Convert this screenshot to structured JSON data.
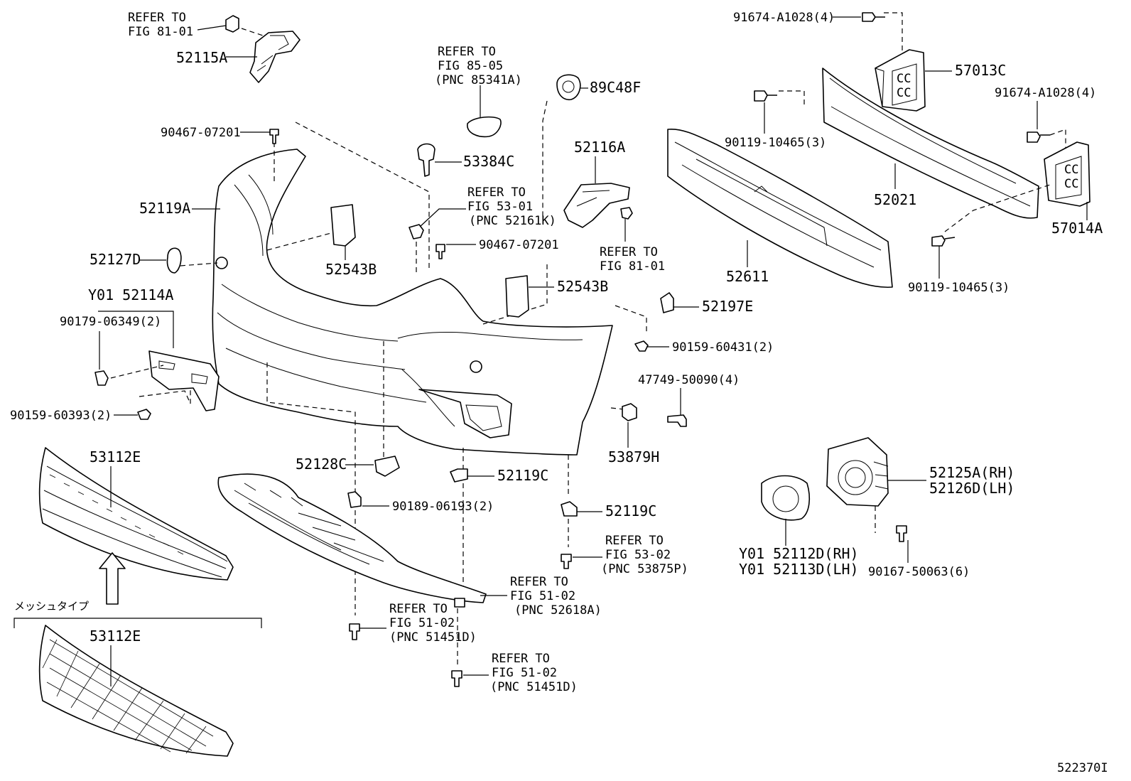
{
  "diagram": {
    "labels": {
      "l_52115A": "52115A",
      "l_52119A": "52119A",
      "l_52127D": "52127D",
      "l_52114A": "Y01 52114A",
      "l_9017906349": "90179-06349(2)",
      "l_9015960393": "90159-60393(2)",
      "l_9046707201a": "90467-07201",
      "l_9046707201b": "90467-07201",
      "l_53384C": "53384C",
      "l_89C48F": "89C48F",
      "l_52116A": "52116A",
      "l_52543Ba": "52543B",
      "l_52543Bb": "52543B",
      "l_52197E": "52197E",
      "l_9015960431": "90159-60431(2)",
      "l_4774950090": "47749-50090(4)",
      "l_53879H": "53879H",
      "l_52128C": "52128C",
      "l_52119Ca": "52119C",
      "l_52119Cb": "52119C",
      "l_9018906193": "90189-06193(2)",
      "l_53112Ea": "53112E",
      "l_53112Eb": "53112E",
      "l_mesh": "メッシュタイプ",
      "l_9167410281": "91674-A1028(4)",
      "l_9167410282": "91674-A1028(4)",
      "l_57013C": "57013C",
      "l_57014A": "57014A",
      "l_9011910465a": "90119-10465(3)",
      "l_9011910465b": "90119-10465(3)",
      "l_52021": "52021",
      "l_52611": "52611",
      "l_52125A": "52125A(RH)",
      "l_52126D": "52126D(LH)",
      "l_52112D": "Y01 52112D(RH)",
      "l_52113D": "Y01 52113D(LH)",
      "l_9016750063": "90167-50063(6)",
      "l_code": "522370I"
    },
    "refs": {
      "r1": [
        "REFER TO",
        "FIG 81-01"
      ],
      "r2": [
        "REFER TO",
        "FIG 85-05",
        "(PNC 85341A)"
      ],
      "r3": [
        "REFER TO",
        "FIG 53-01",
        "(PNC 52161K)"
      ],
      "r4": [
        "REFER TO",
        "FIG 81-01"
      ],
      "r5": [
        "REFER TO",
        "FIG 53-02",
        "(PNC 53875P)"
      ],
      "r6": [
        "REFER TO",
        "FIG 51-02",
        "(PNC 52618A)"
      ],
      "r7": [
        "REFER TO",
        "FIG 51-02",
        "(PNC 51451D)"
      ],
      "r8": [
        "REFER TO",
        "FIG 51-02",
        "(PNC 51451D)"
      ]
    }
  }
}
